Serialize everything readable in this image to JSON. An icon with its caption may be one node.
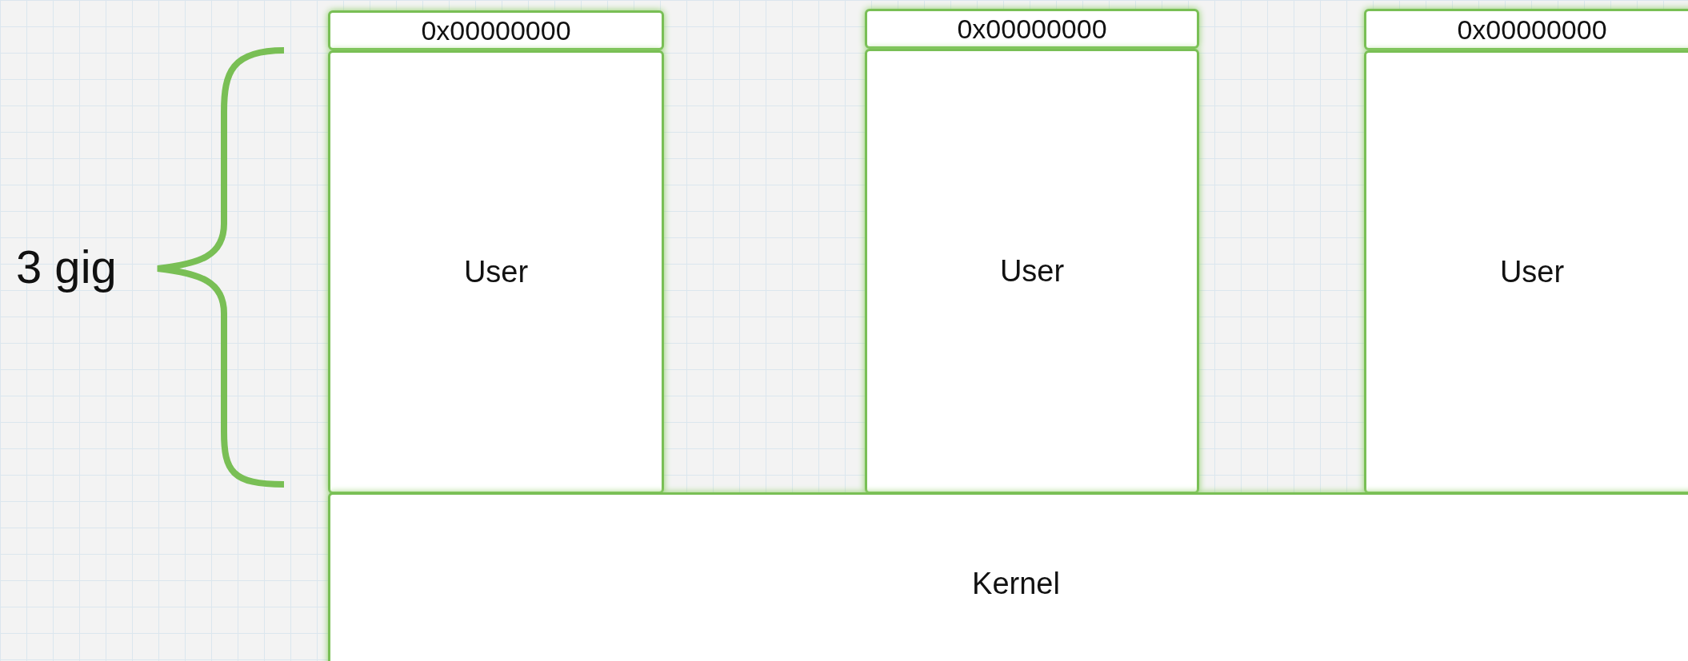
{
  "diagram": {
    "nodes": [
      {
        "text": [
          "0x00000000"
        ]
      },
      {
        "text": [
          "User"
        ]
      },
      {
        "text": [
          "0x00000000"
        ]
      },
      {
        "text": [
          "User"
        ]
      },
      {
        "text": [
          "0x00000000"
        ]
      },
      {
        "text": [
          "User"
        ]
      },
      {
        "text": [
          "Kernel"
        ]
      }
    ],
    "labels": [
      "3 gig"
    ]
  }
}
